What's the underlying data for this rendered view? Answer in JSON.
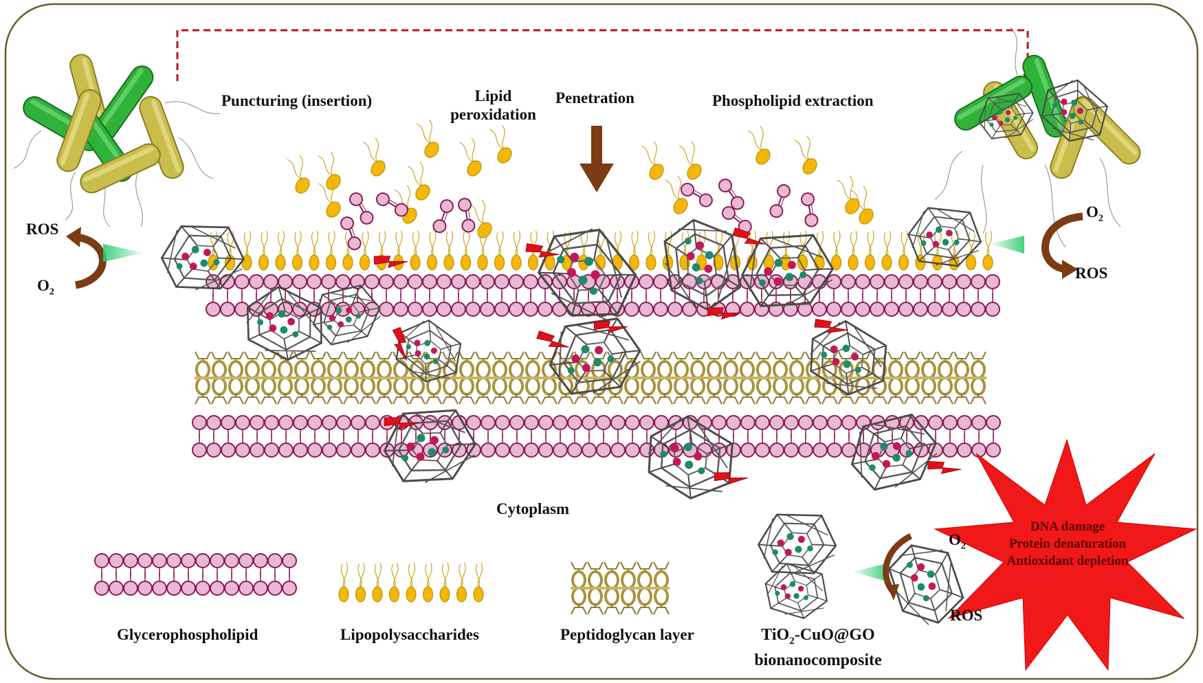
{
  "labels": {
    "puncturing": "Puncturing (insertion)",
    "lipid_peroxidation_1": "Lipid",
    "lipid_peroxidation_2": "peroxidation",
    "penetration": "Penetration",
    "phospholipid_extraction": "Phospholipid extraction",
    "cytoplasm": "Cytoplasm",
    "ros_left": "ROS",
    "o2_left": "O",
    "o2_right": "O",
    "ros_right": "ROS",
    "o2_legend": "O",
    "ros_legend": "ROS",
    "o2_sub": "2"
  },
  "damage": {
    "line1": "DNA damage",
    "line2": "Protein denaturation",
    "line3": "Antioxidant depletion"
  },
  "legend": {
    "glycerophospholipid": "Glycerophospholipid",
    "lipopolysaccharides": "Lipopolysaccharides",
    "peptidoglycan": "Peptidoglycan layer",
    "composite_line1_a": "TiO",
    "composite_line1_sub": "2",
    "composite_line1_b": "-CuO@GO",
    "composite_line2": "bionanocomposite"
  },
  "colors": {
    "frame": "#6b5a2a",
    "phospholipid": "#e9b8d3",
    "phospholipid_stroke": "#8b1a55",
    "lps_head": "#f2b707",
    "peptidoglycan": "#c8b46a",
    "graphene": "#555555",
    "ti_atom": "#1e8a6a",
    "cu_atom": "#c2185b",
    "bacteria_green": "#2fb23a",
    "bacteria_yellow": "#c9bd4c",
    "arrow_brown": "#7b3b14",
    "lightning": "#e0101a",
    "burst": "#f01818",
    "dashed": "#c0101a"
  }
}
